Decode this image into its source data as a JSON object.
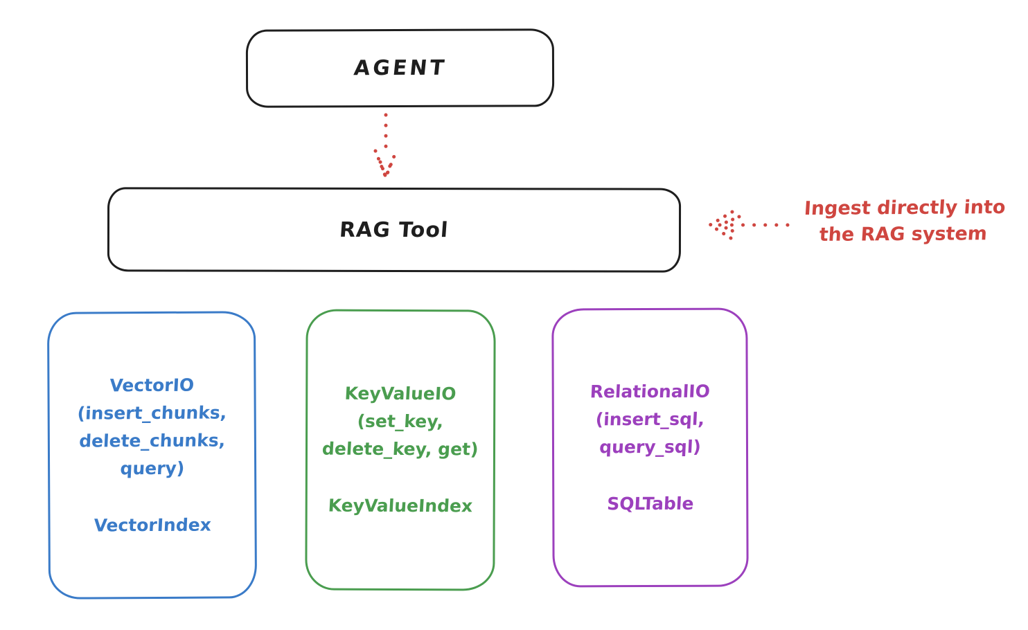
{
  "colors": {
    "bg": "#ffffff",
    "ink": "#1e1e1e",
    "red": "#cf4640",
    "blue": "#3a7bc8",
    "green": "#4a9d4f",
    "purple": "#9c40bd"
  },
  "nodes": {
    "agent": {
      "label": "AGENT"
    },
    "rag_tool": {
      "label": "RAG Tool"
    },
    "vector_io": {
      "lines": [
        "VectorIO",
        "(insert_chunks,",
        "delete_chunks,",
        "query)"
      ],
      "index": "VectorIndex",
      "color": "#3a7bc8"
    },
    "key_value_io": {
      "lines": [
        "KeyValueIO",
        "(set_key,",
        "delete_key, get)"
      ],
      "index": "KeyValueIndex",
      "color": "#4a9d4f"
    },
    "relational_io": {
      "lines": [
        "RelationalIO",
        "(insert_sql,",
        "query_sql)"
      ],
      "index": "SQLTable",
      "color": "#9c40bd"
    }
  },
  "annotation": {
    "lines": [
      "Ingest directly into",
      "the RAG system"
    ],
    "color": "#cf4640"
  },
  "arrows": [
    {
      "name": "agent-to-rag-tool",
      "from": "agent",
      "to": "rag_tool",
      "style": "dotted",
      "color": "#cf4640"
    },
    {
      "name": "ingest-into-rag",
      "from": "annotation",
      "to": "rag_tool",
      "style": "dotted",
      "color": "#cf4640"
    }
  ]
}
